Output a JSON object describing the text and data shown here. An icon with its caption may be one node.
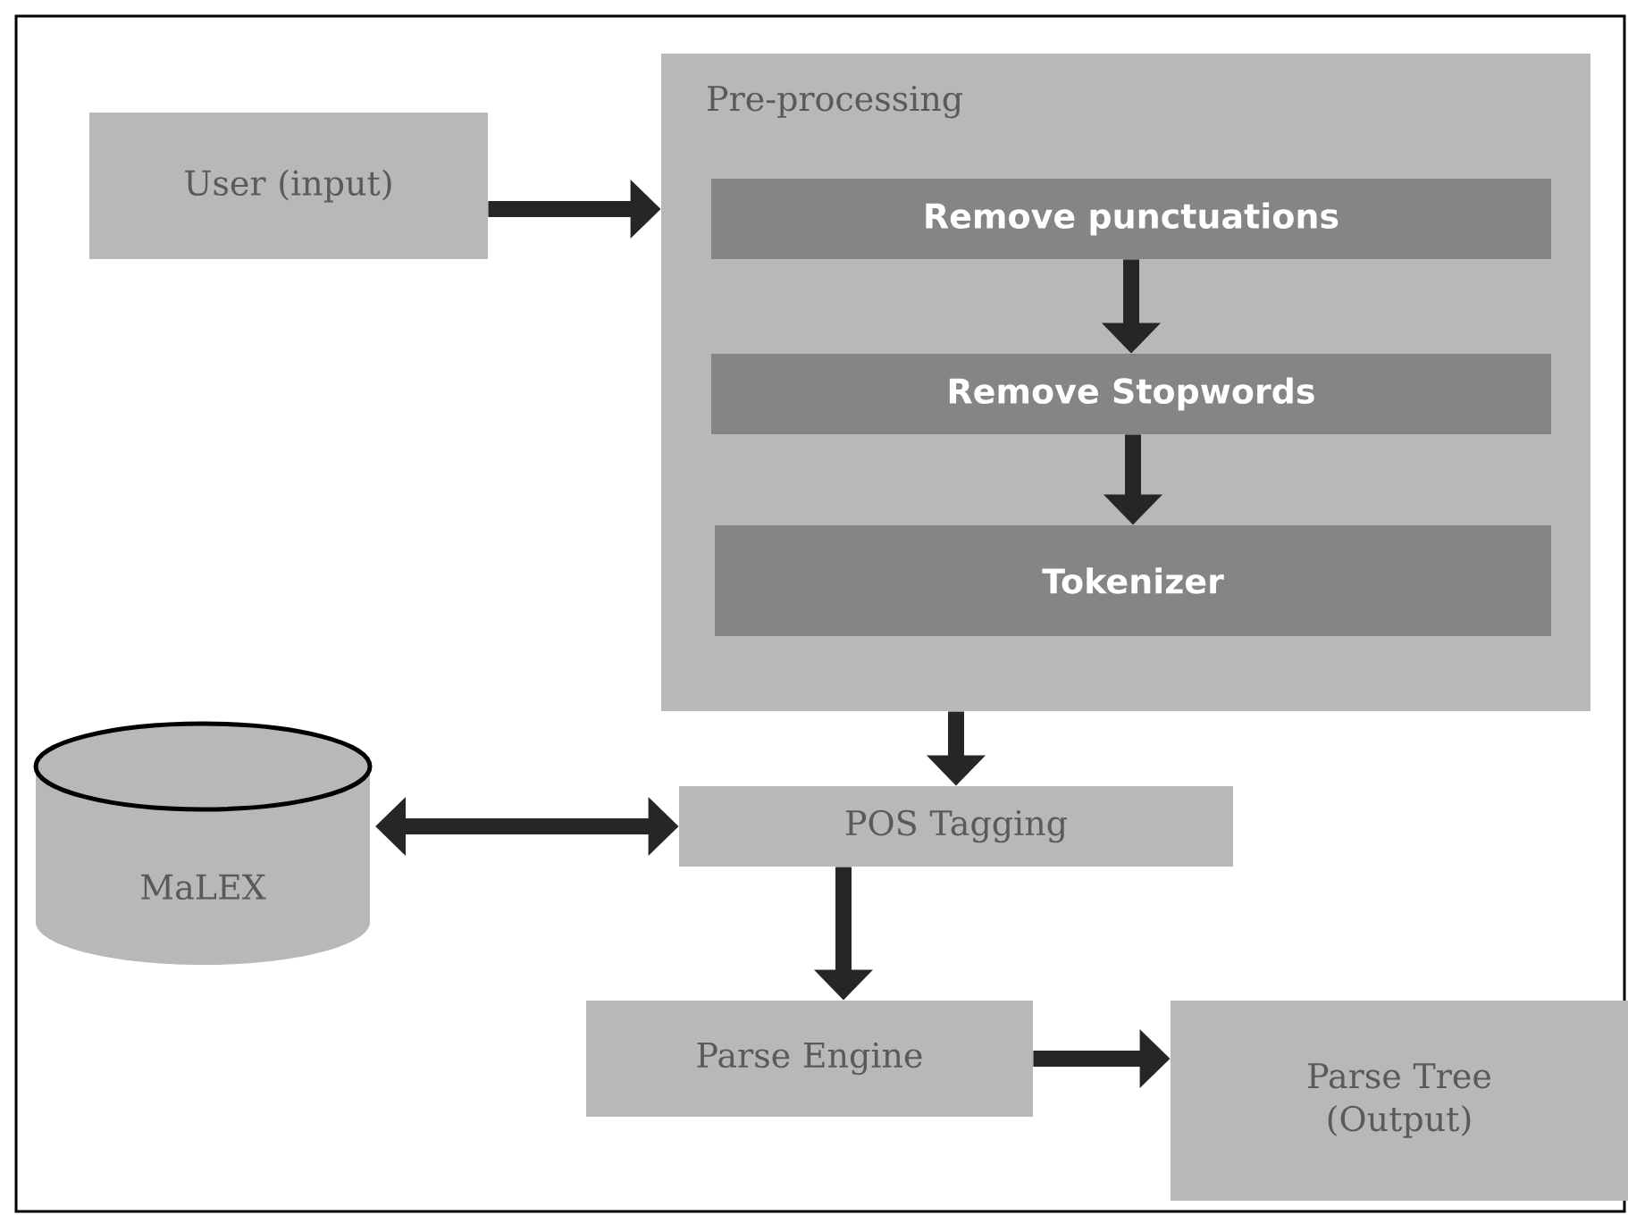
{
  "diagram": {
    "nodes": [
      {
        "text": [
          "User (input)"
        ]
      },
      {
        "text": [
          "Pre-processing"
        ]
      },
      {
        "text": [
          "Remove punctuations"
        ],
        "in": 1
      },
      {
        "text": [
          "Remove Stopwords"
        ],
        "in": 1
      },
      {
        "text": [
          "Tokenizer"
        ],
        "in": 1
      },
      {
        "text": [
          "MaLEX"
        ]
      },
      {
        "text": [
          "POS Tagging"
        ]
      },
      {
        "text": [
          "Parse Engine"
        ]
      },
      {
        "text": [
          "Parse Tree (Output)"
        ]
      }
    ],
    "edges": [
      {
        "from": 0,
        "to": 1,
        "arrow": "to"
      },
      {
        "from": 2,
        "to": 3,
        "arrow": "to"
      },
      {
        "from": 3,
        "to": 4,
        "arrow": "to"
      },
      {
        "from": 1,
        "to": 6,
        "arrow": "to"
      },
      {
        "from": 5,
        "to": 6,
        "arrow": "both"
      },
      {
        "from": 6,
        "to": 7,
        "arrow": "to"
      },
      {
        "from": 7,
        "to": 8,
        "arrow": "to"
      }
    ]
  }
}
